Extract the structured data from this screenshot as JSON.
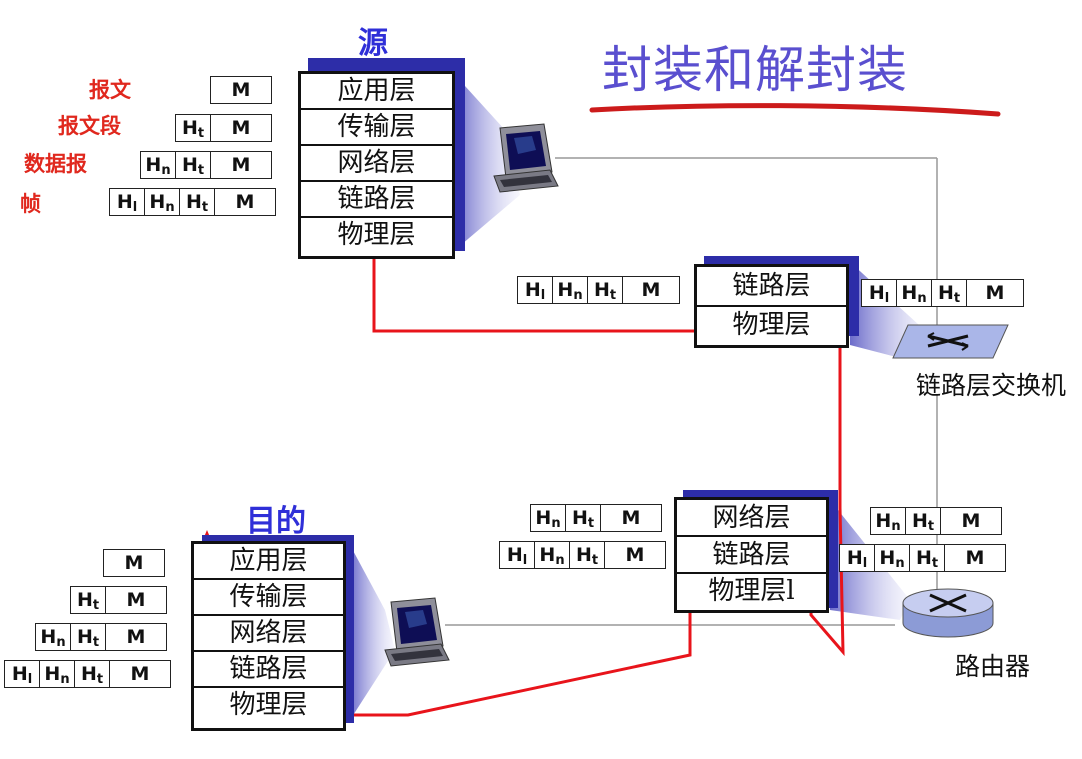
{
  "title": "封装和解封装",
  "source_label": "源",
  "dest_label": "目的",
  "pdu_labels": [
    "报文",
    "报文段",
    "数据报",
    "帧"
  ],
  "layers": {
    "app": "应用层",
    "transport": "传输层",
    "network": "网络层",
    "link": "链路层",
    "physical": "物理层"
  },
  "router_physical_label": "物理层l",
  "switch_label": "链路层交换机",
  "router_label": "路由器",
  "header": {
    "H": "H",
    "t": "t",
    "n": "n",
    "l": "l",
    "M": "M"
  },
  "colors": {
    "title": "#5a4fcf",
    "path": "#e8141b",
    "stack_shadow": "#2d2da8",
    "labels_red": "#e0281e",
    "labels_blue": "#2f2fd8"
  }
}
